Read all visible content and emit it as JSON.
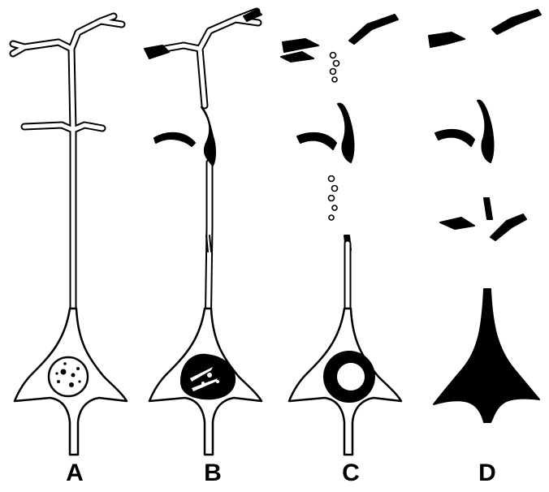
{
  "panels": [
    {
      "label": "A"
    },
    {
      "label": "B"
    },
    {
      "label": "C"
    },
    {
      "label": "D"
    }
  ],
  "colors": {
    "ink": "#000000",
    "paper": "#ffffff"
  }
}
